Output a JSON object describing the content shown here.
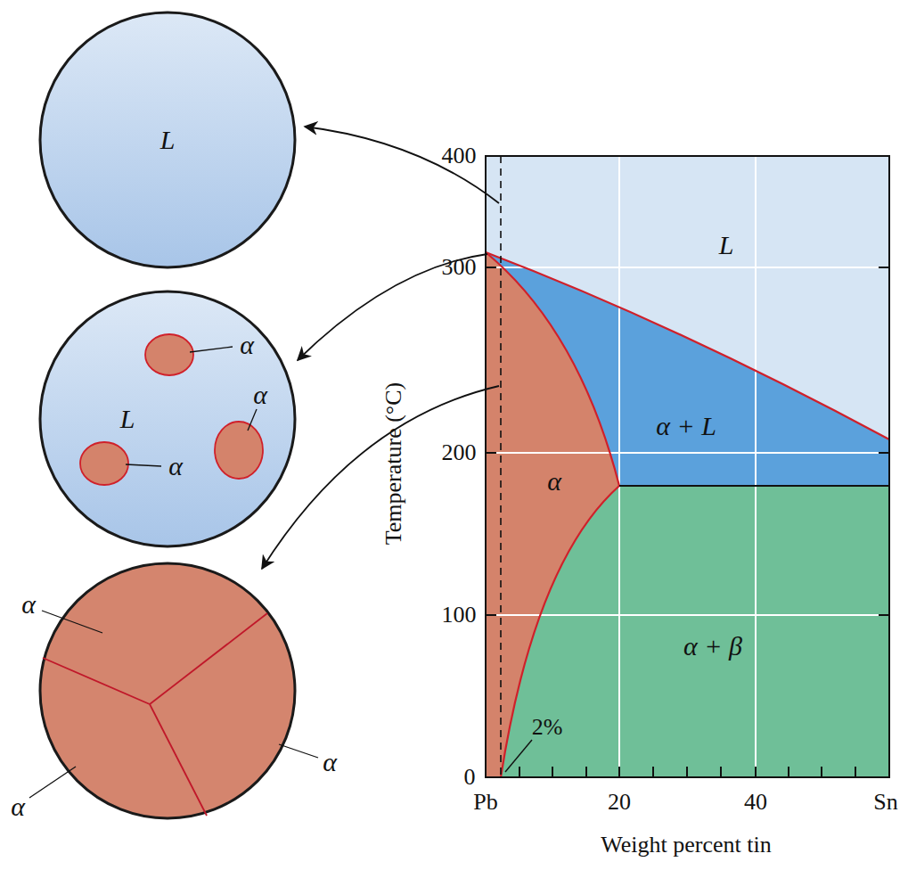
{
  "diagram": {
    "nodes": [
      {
        "text": [
          "L"
        ]
      },
      {
        "text": [
          "L",
          "α",
          "α",
          "α"
        ]
      },
      {
        "text": [
          "α",
          "α",
          "α"
        ]
      }
    ],
    "labels": [
      "400",
      "300",
      "200",
      "100",
      "0",
      "Temperature (°C)",
      "Pb",
      "20",
      "40",
      "Sn",
      "Weight percent tin",
      "2%",
      "L",
      "α + L",
      "α",
      "α + β"
    ]
  }
}
